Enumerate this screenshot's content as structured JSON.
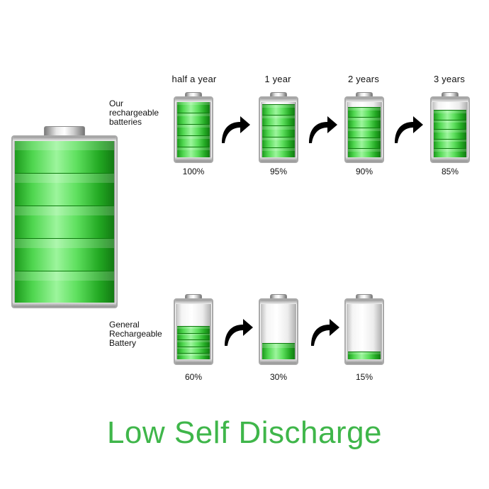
{
  "title": "Low Self Discharge",
  "colors": {
    "title": "#3fb64a",
    "fill": "#3ccf3c",
    "text": "#111111"
  },
  "our": {
    "label_lines": [
      "Our",
      "rechargeable",
      "batteries"
    ],
    "items": [
      {
        "period": "half a year",
        "percent_label": "100%",
        "level": 1.0
      },
      {
        "period": "1 year",
        "percent_label": "95%",
        "level": 0.95
      },
      {
        "period": "2 years",
        "percent_label": "90%",
        "level": 0.9
      },
      {
        "period": "3 years",
        "percent_label": "85%",
        "level": 0.85
      }
    ]
  },
  "general": {
    "label_lines": [
      "General",
      "Rechargeable",
      "Battery"
    ],
    "items": [
      {
        "percent_label": "60%",
        "level": 0.6
      },
      {
        "percent_label": "30%",
        "level": 0.3
      },
      {
        "percent_label": "15%",
        "level": 0.15
      }
    ]
  },
  "arrow_icon": "curved-arrow-right-icon",
  "big_battery": {
    "level": 1.0
  }
}
